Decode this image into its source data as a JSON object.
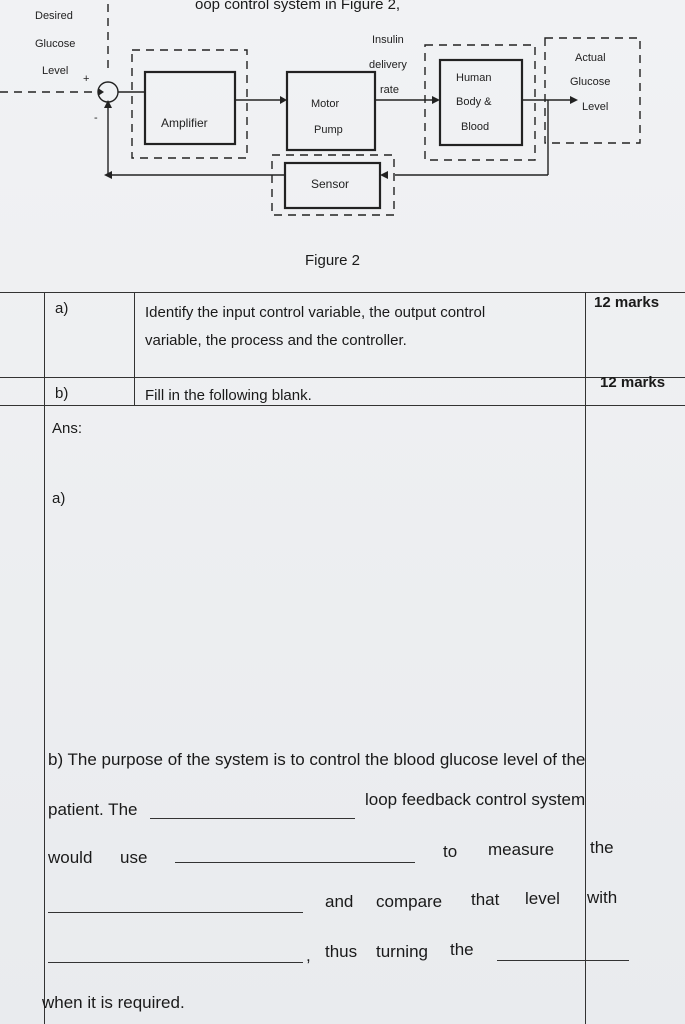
{
  "header": {
    "title_fragment": "oop control system in Figure 2,"
  },
  "diagram": {
    "desired_label": [
      "Desired",
      "Glucose",
      "Level"
    ],
    "plus": "+",
    "minus": "-",
    "amplifier": "Amplifier",
    "motor_pump": [
      "Motor",
      "Pump"
    ],
    "insulin_rate": [
      "Insulin",
      "delivery",
      "rate"
    ],
    "human_body": [
      "Human",
      "Body &",
      "Blood"
    ],
    "actual_label": [
      "Actual",
      "Glucose",
      "Level"
    ],
    "sensor": "Sensor",
    "caption": "Figure 2"
  },
  "questions": [
    {
      "label": "a)",
      "text_line1": "Identify the input control variable, the output control",
      "text_line2": "variable, the process and the controller.",
      "marks": "12 marks"
    },
    {
      "label": "b)",
      "text": "Fill in the following blank.",
      "marks": "12 marks"
    }
  ],
  "answer": {
    "ans_label": "Ans:",
    "a_label": "a)",
    "b_line1": "b) The purpose of the system is to control the blood glucose level of the",
    "b_line2_start": "patient. The",
    "b_line2_end": "loop feedback control system",
    "b_line3_start": "would",
    "b_line3_use": "use",
    "b_line3_to": "to",
    "b_line3_measure": "measure",
    "b_line3_the": "the",
    "b_line4_and": "and",
    "b_line4_compare": "compare",
    "b_line4_that": "that",
    "b_line4_level": "level",
    "b_line4_with": "with",
    "b_line5_comma": ",",
    "b_line5_thus": "thus",
    "b_line5_turning": "turning",
    "b_line5_the": "the",
    "b_line6": "when it is required."
  }
}
